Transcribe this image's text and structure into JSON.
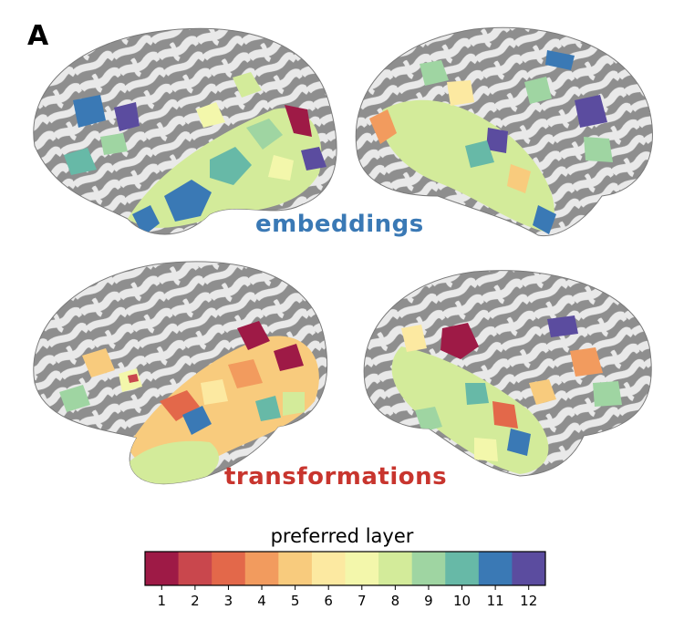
{
  "panel_label": "A",
  "captions": {
    "top": "embeddings",
    "bottom": "transformations"
  },
  "colorbar": {
    "title": "preferred layer",
    "ticks": [
      "1",
      "2",
      "3",
      "4",
      "5",
      "6",
      "7",
      "8",
      "9",
      "10",
      "11",
      "12"
    ],
    "colors": [
      "#9e1a46",
      "#c9474d",
      "#e3684a",
      "#f29b5e",
      "#f8cb7d",
      "#fce9a1",
      "#f3f7ab",
      "#d3eb9a",
      "#9fd5a2",
      "#67b9a7",
      "#3a79b5",
      "#5b4c9f"
    ]
  },
  "colors": {
    "cortex_gyri": "#e8e8e8",
    "cortex_sulci": "#8c8c8c",
    "embeddings_caption": "#3a79b5",
    "transformations_caption": "#c8352e"
  }
}
